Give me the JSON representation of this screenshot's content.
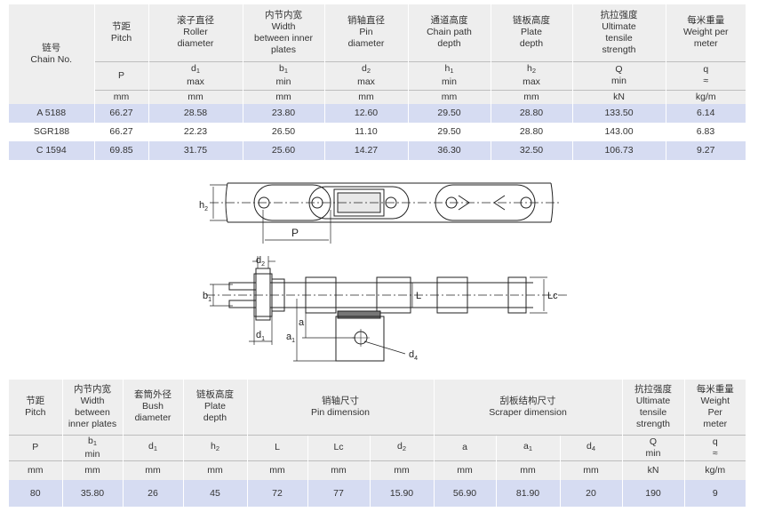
{
  "table1": {
    "headers": [
      {
        "cn": "链号",
        "en": "Chain No.",
        "sym": "",
        "sub": "",
        "lim": "",
        "unit": ""
      },
      {
        "cn": "节距",
        "en": "Pitch",
        "sym": "P",
        "sub": "",
        "lim": "",
        "unit": "mm"
      },
      {
        "cn": "滚子直径",
        "en": "Roller diameter",
        "sym": "d",
        "sub": "1",
        "lim": "max",
        "unit": "mm"
      },
      {
        "cn": "内节内宽",
        "en": "Width between inner plates",
        "sym": "b",
        "sub": "1",
        "lim": "min",
        "unit": "mm"
      },
      {
        "cn": "销轴直径",
        "en": "Pin diameter",
        "sym": "d",
        "sub": "2",
        "lim": "max",
        "unit": "mm"
      },
      {
        "cn": "通道高度",
        "en": "Chain path depth",
        "sym": "h",
        "sub": "1",
        "lim": "min",
        "unit": "mm"
      },
      {
        "cn": "链板高度",
        "en": "Plate depth",
        "sym": "h",
        "sub": "2",
        "lim": "max",
        "unit": "mm"
      },
      {
        "cn": "抗拉强度",
        "en": "Ultimate tensile strength",
        "sym": "Q",
        "sub": "",
        "lim": "min",
        "unit": "kN"
      },
      {
        "cn": "每米重量",
        "en": "Weight per meter",
        "sym": "q",
        "sub": "",
        "lim": "≈",
        "unit": "kg/m"
      }
    ],
    "rows": [
      [
        "A 5188",
        "66.27",
        "28.58",
        "23.80",
        "12.60",
        "29.50",
        "28.80",
        "133.50",
        "6.14"
      ],
      [
        "SGR188",
        "66.27",
        "22.23",
        "26.50",
        "11.10",
        "29.50",
        "28.80",
        "143.00",
        "6.83"
      ],
      [
        "C 1594",
        "69.85",
        "31.75",
        "25.60",
        "14.27",
        "36.30",
        "32.50",
        "106.73",
        "9.27"
      ]
    ]
  },
  "table2": {
    "headers": [
      {
        "cn": "节距",
        "en": "Pitch"
      },
      {
        "cn": "内节内宽",
        "en": "Width between inner plates"
      },
      {
        "cn": "套筒外径",
        "en": "Bush diameter"
      },
      {
        "cn": "链板高度",
        "en": "Plate depth"
      },
      {
        "cn": "销轴尺寸",
        "en": "Pin dimension"
      },
      {
        "cn": "刮板结构尺寸",
        "en": "Scraper dimension"
      },
      {
        "cn": "抗拉强度",
        "en": "Ultimate tensile strength"
      },
      {
        "cn": "每米重量",
        "en": "Weight Per meter"
      }
    ],
    "symbols": [
      {
        "sym": "P",
        "sub": "",
        "lim": ""
      },
      {
        "sym": "b",
        "sub": "1",
        "lim": "min"
      },
      {
        "sym": "d",
        "sub": "1",
        "lim": ""
      },
      {
        "sym": "h",
        "sub": "2",
        "lim": ""
      },
      {
        "sym": "L",
        "sub": "",
        "lim": ""
      },
      {
        "sym": "Lc",
        "sub": "",
        "lim": ""
      },
      {
        "sym": "d",
        "sub": "2",
        "lim": ""
      },
      {
        "sym": "a",
        "sub": "",
        "lim": ""
      },
      {
        "sym": "a",
        "sub": "1",
        "lim": ""
      },
      {
        "sym": "d",
        "sub": "4",
        "lim": ""
      },
      {
        "sym": "Q",
        "sub": "",
        "lim": "min"
      },
      {
        "sym": "q",
        "sub": "",
        "lim": "≈"
      }
    ],
    "units": [
      "mm",
      "mm",
      "mm",
      "mm",
      "mm",
      "mm",
      "mm",
      "mm",
      "mm",
      "mm",
      "kN",
      "kg/m"
    ],
    "row": [
      "80",
      "35.80",
      "26",
      "45",
      "72",
      "77",
      "15.90",
      "56.90",
      "81.90",
      "20",
      "190",
      "9"
    ]
  },
  "drawing_labels": {
    "h2": "h",
    "h2_sub": "2",
    "p": "P",
    "d2": "d",
    "d2_sub": "2",
    "b1": "b",
    "b1_sub": "1",
    "l": "L",
    "lc": "Lc",
    "d1": "d",
    "d1_sub": "1",
    "a": "a",
    "a1": "a",
    "a1_sub": "1",
    "d4": "d",
    "d4_sub": "4"
  }
}
